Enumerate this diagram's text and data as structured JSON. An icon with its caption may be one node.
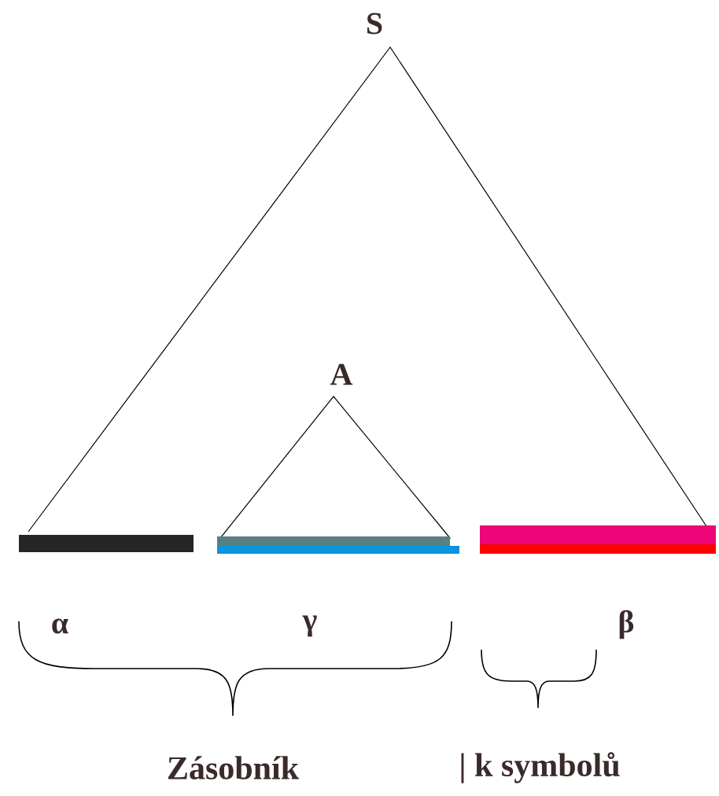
{
  "diagram": {
    "labels": [
      "S",
      "A",
      "α",
      "γ",
      "β",
      "Zásobník",
      "| k symbolů"
    ]
  }
}
